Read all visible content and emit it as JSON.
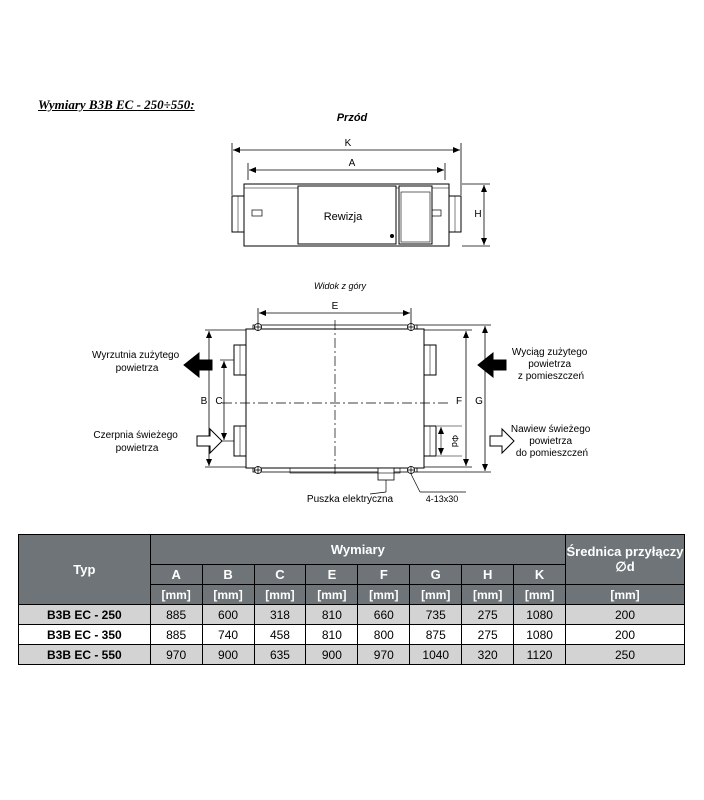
{
  "title": "Wymiary B3B EC - 250÷550:",
  "front_view": {
    "caption": "Przód",
    "label_k": "K",
    "label_a": "A",
    "label_h": "H",
    "panel_label": "Rewizja"
  },
  "top_view": {
    "caption": "Widok z góry",
    "label_e": "E",
    "label_b": "B",
    "label_c": "C",
    "label_f": "F",
    "label_g": "G",
    "label_d": "Φd",
    "exhaust_out": [
      "Wyrzutnia zużytego",
      "powietrza"
    ],
    "fresh_in": [
      "Czerpnia świeżego",
      "powietrza"
    ],
    "extract_in": [
      "Wyciąg zużytego",
      "powietrza",
      "z pomieszczeń"
    ],
    "supply_out": [
      "Nawiew świeżego",
      "powietrza",
      "do pomieszczeń"
    ],
    "electric_box": "Puszka elektryczna",
    "mount_holes": "4-13x30"
  },
  "table": {
    "col_type": "Typ",
    "col_dims": "Wymiary",
    "col_diameter": "Średnica przyłączy ∅d",
    "letters": [
      "A",
      "B",
      "C",
      "E",
      "F",
      "G",
      "H",
      "K"
    ],
    "unit": "[mm]",
    "rows": [
      {
        "type": "B3B EC - 250",
        "values": [
          "885",
          "600",
          "318",
          "810",
          "660",
          "735",
          "275",
          "1080"
        ],
        "diameter": "200"
      },
      {
        "type": "B3B EC - 350",
        "values": [
          "885",
          "740",
          "458",
          "810",
          "800",
          "875",
          "275",
          "1080"
        ],
        "diameter": "200"
      },
      {
        "type": "B3B EC - 550",
        "values": [
          "970",
          "900",
          "635",
          "900",
          "970",
          "1040",
          "320",
          "1120"
        ],
        "diameter": "250"
      }
    ]
  }
}
